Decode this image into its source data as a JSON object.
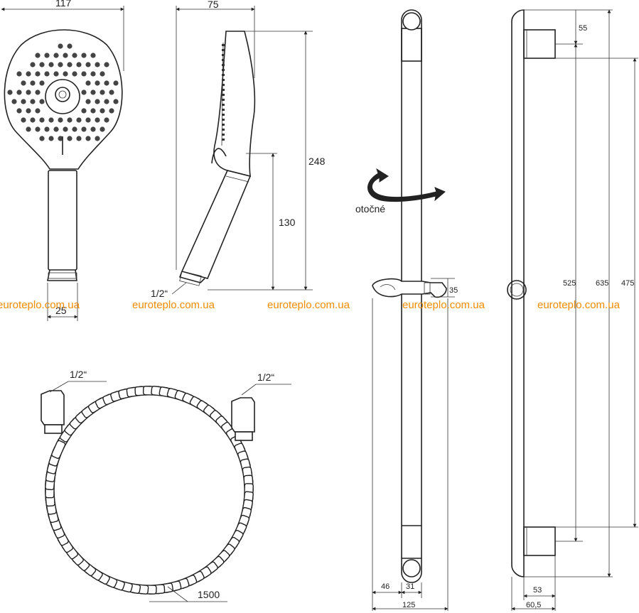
{
  "watermark": "euroteplo.com.ua",
  "head_front": {
    "width": "117",
    "conn": "25"
  },
  "head_side": {
    "width": "75",
    "height": "248",
    "handle": "130",
    "thread": "1/2“"
  },
  "rail": {
    "label_rotating": "otočné",
    "slider_h": "35",
    "w1": "46",
    "w2": "31",
    "w_total": "125"
  },
  "rail_side": {
    "top": "55",
    "d1": "525",
    "d2": "635",
    "d3": "475",
    "w1": "53",
    "w2": "60,5"
  },
  "hose": {
    "left_thread": "1/2“",
    "right_thread": "1/2“",
    "length": "1500"
  },
  "colors": {
    "line": "#222222",
    "watermark": "#f08c00"
  }
}
